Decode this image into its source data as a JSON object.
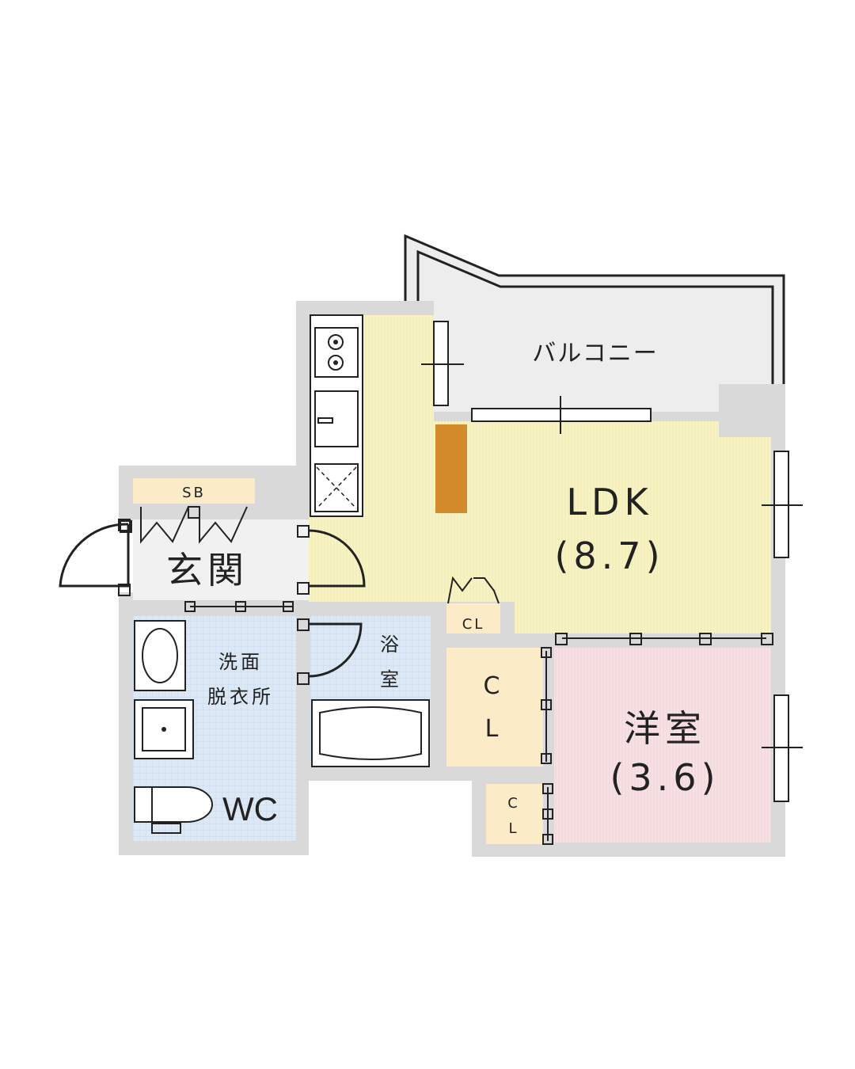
{
  "rooms": {
    "balcony": "バルコニー",
    "ldk_name": "LDK",
    "ldk_size": "(8.7)",
    "genkan": "玄関",
    "shoe_box": "SB",
    "senmen_line1": "洗面",
    "senmen_line2": "脱衣所",
    "bath_line1": "浴",
    "bath_line2": "室",
    "wc": "WC",
    "closet_small": "CL",
    "closet_c": "C",
    "closet_l": "L",
    "closet2_c": "C",
    "closet2_l": "L",
    "youshitsu_name": "洋室",
    "youshitsu_size": "(3.6)"
  },
  "colors": {
    "wall": "#d9d9d9",
    "ldk_floor": "#f7f3c4",
    "youshitsu_floor": "#f7e1e4",
    "wet_floor": "#dce8f5",
    "closet_floor": "#fbecc7",
    "counter": "#d38a2b",
    "balcony": "#ededed"
  }
}
